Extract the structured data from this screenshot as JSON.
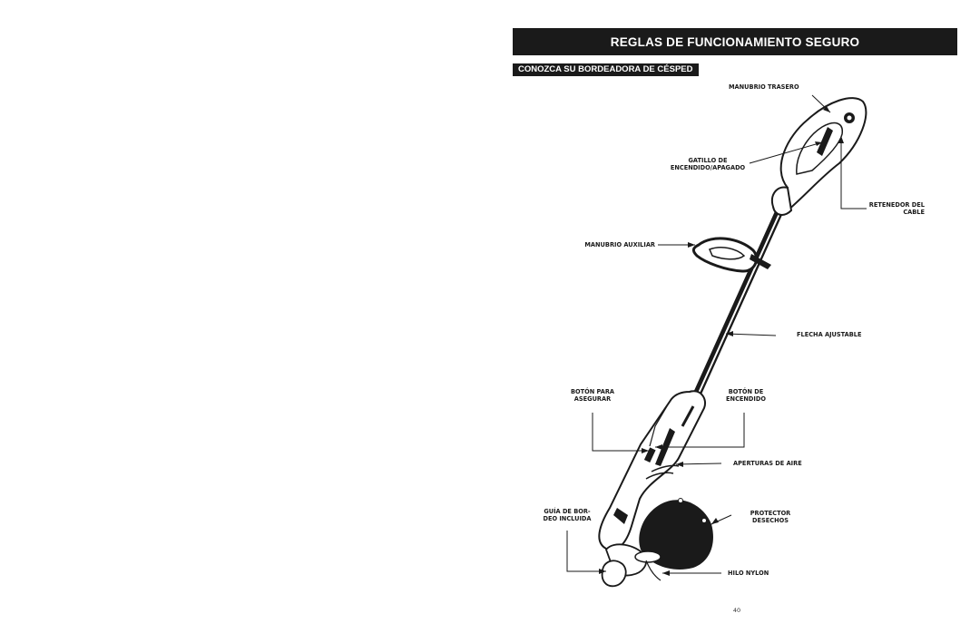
{
  "header": {
    "title": "REGLAS DE FUNCIONAMIENTO SEGURO",
    "section": "CONOZCA SU BORDEADORA DE CÉSPED"
  },
  "labels": {
    "rear_handle": "MANUBRIO TRASERO",
    "trigger_1": "GATILLO DE",
    "trigger_2": "ENCENDIDO/APAGADO",
    "cord_retainer_1": "RETENEDOR DEL",
    "cord_retainer_2": "CABLE",
    "aux_handle": "MANUBRIO AUXILIAR",
    "shaft": "FLECHA AJUSTABLE",
    "lock_button_1": "BOTÓN PARA",
    "lock_button_2": "ASEGURAR",
    "power_button_1": "BOTÓN DE",
    "power_button_2": "ENCENDIDO",
    "air_vents": "APERTURAS DE AIRE",
    "edge_guide_1": "GUÍA DE BOR-",
    "edge_guide_2": "DEO INCLUIDA",
    "guard_1": "PROTECTOR",
    "guard_2": "DESECHOS",
    "nylon_line": "HILO NYLON"
  },
  "footer": {
    "page_number": "40"
  },
  "colors": {
    "ink": "#1a1a1a",
    "paper": "#ffffff"
  }
}
